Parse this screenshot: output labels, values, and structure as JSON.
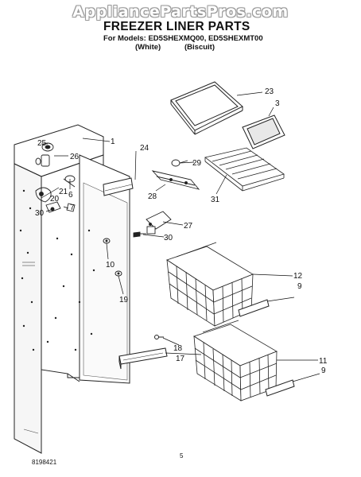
{
  "watermark": "AppliancePartsPros.com",
  "title": "FREEZER LINER PARTS",
  "models_line": "For Models: ED5SHEXMQ00, ED5SHEXMT00",
  "color_white": "(White)",
  "color_biscuit": "(Biscuit)",
  "doc_number": "8198421",
  "page_number": "5",
  "callouts": [
    "1",
    "3",
    "6",
    "7",
    "9",
    "9",
    "10",
    "11",
    "12",
    "17",
    "18",
    "19",
    "20",
    "21",
    "23",
    "24",
    "25",
    "26",
    "27",
    "28",
    "29",
    "30",
    "30",
    "31"
  ]
}
